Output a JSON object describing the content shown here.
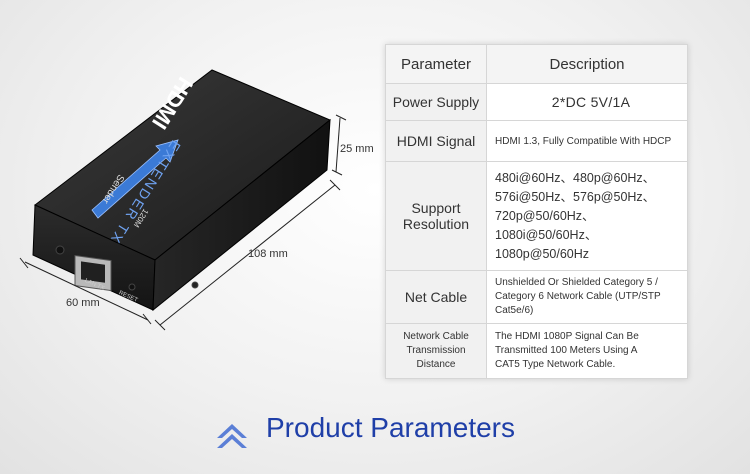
{
  "device": {
    "brand": "HDMI",
    "model": "EXTENDER TX",
    "role": "Sender",
    "distance": "120M",
    "port_label": "LAN TX",
    "button_label": "RESET"
  },
  "dimensions": {
    "height": "25 mm",
    "length": "108 mm",
    "width": "60 mm"
  },
  "table": {
    "header": {
      "parameter": "Parameter",
      "description": "Description"
    },
    "rows": [
      {
        "parameter": "Power Supply",
        "description": "2*DC  5V/1A"
      },
      {
        "parameter": "HDMI Signal",
        "description": "HDMI 1.3, Fully Compatible With HDCP"
      },
      {
        "parameter": "Support Resolution",
        "description_lines": [
          "480i@60Hz、480p@60Hz、",
          "576i@50Hz、576p@50Hz、",
          "720p@50/60Hz、",
          "1080i@50/60Hz、",
          "1080p@50/60Hz"
        ]
      },
      {
        "parameter": "Net Cable",
        "description_lines": [
          "Unshielded Or Shielded Category 5 /",
          "Category 6 Network Cable (UTP/STP",
          "Cat5e/6)"
        ]
      },
      {
        "parameter_lines": [
          "Network Cable",
          "Transmission",
          "Distance"
        ],
        "description_lines": [
          "The HDMI 1080P Signal Can Be",
          "Transmitted 100 Meters Using A",
          "CAT5 Type Network Cable."
        ]
      }
    ]
  },
  "footer": {
    "title": "Product Parameters"
  },
  "colors": {
    "accent": "#1f3fa8",
    "icon": "#5b7fd6"
  }
}
